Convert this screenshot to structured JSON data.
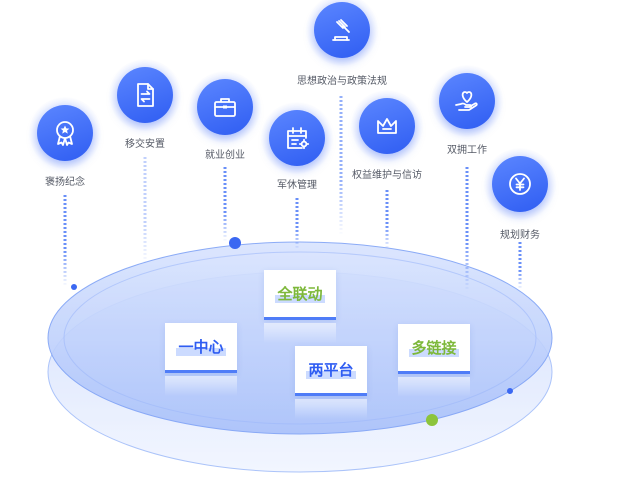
{
  "colors": {
    "primary_blue": "#2f5df2",
    "light_blue": "#5b86ff",
    "platform_fill": "#b9ccfb",
    "text_gray": "#555a66",
    "accent_green": "#8cc43c",
    "card_text_blue": "#2f5df2",
    "card_text_green": "#7db83a"
  },
  "services": [
    {
      "label": "褒扬纪念",
      "icon": "medal-icon"
    },
    {
      "label": "移交安置",
      "icon": "document-transfer-icon"
    },
    {
      "label": "就业创业",
      "icon": "briefcase-icon"
    },
    {
      "label": "军休管理",
      "icon": "calendar-settings-icon"
    },
    {
      "label": "思想政治与政策法规",
      "icon": "gavel-icon"
    },
    {
      "label": "权益维护与信访",
      "icon": "crown-icon"
    },
    {
      "label": "双拥工作",
      "icon": "heart-hand-icon"
    },
    {
      "label": "规划财务",
      "icon": "yuan-coin-icon"
    }
  ],
  "cards": {
    "full_linkage": "全联动",
    "one_center": "一中心",
    "two_platforms": "两平台",
    "multi_link": "多链接"
  }
}
